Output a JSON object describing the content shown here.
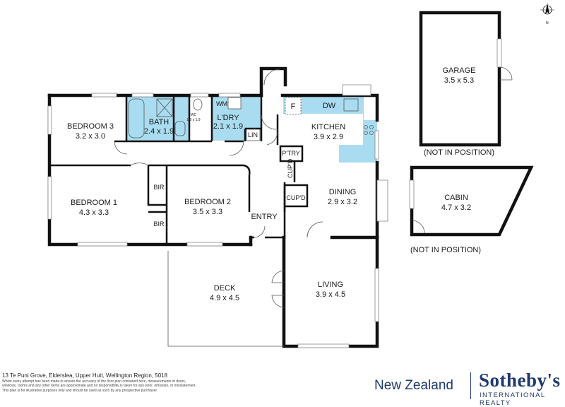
{
  "rooms": {
    "bedroom3": {
      "name": "BEDROOM 3",
      "dim": "3.2 x 3.0"
    },
    "bath": {
      "name": "BATH",
      "dim": "2.4 x 1.9"
    },
    "wc": {
      "name": "WC",
      "dim": "1.0 x 1.9"
    },
    "laundry": {
      "name": "L'DRY",
      "dim": "2.1 x 1.9"
    },
    "kitchen": {
      "name": "KITCHEN",
      "dim": "3.9 x 2.9"
    },
    "bedroom1": {
      "name": "BEDROOM 1",
      "dim": "4.3 x 3.3"
    },
    "bedroom2": {
      "name": "BEDROOM 2",
      "dim": "3.5 x 3.3"
    },
    "dining": {
      "name": "DINING",
      "dim": "2.9 x 3.2"
    },
    "deck": {
      "name": "DECK",
      "dim": "4.9 x 4.5"
    },
    "living": {
      "name": "LIVING",
      "dim": "3.9 x 4.5"
    },
    "garage": {
      "name": "GARAGE",
      "dim": "3.5 x 5.3",
      "note": "(NOT IN POSITION)"
    },
    "cabin": {
      "name": "CABIN",
      "dim": "4.7 x 3.2",
      "note": "(NOT IN POSITION)"
    }
  },
  "labels": {
    "wm": "WM",
    "lin": "LIN",
    "fridge": "F",
    "dw": "DW",
    "pantry": "P'TRY",
    "cupd_vertical": "CUP'D",
    "cupd": "CUP'D",
    "bir1": "BIR",
    "bir2": "BIR",
    "entry": "ENTRY",
    "north": "N"
  },
  "footer": {
    "address": "13 Te Puni Grove, Elderslea, Upper Hutt, Wellington Region, 5018",
    "disclaimer1": "Whilst every attempt has been made to ensure the accuracy of the floor plan contained here, measurements of doors,",
    "disclaimer2": "windows, rooms and any other items are approximate and no responsibility is taken for any error, omission, or misstatement.",
    "disclaimer3": "This plan is for illustrative purposes only and should be used as such by any prospective purchaser."
  },
  "branding": {
    "region": "New Zealand",
    "brand": "Sotheby's",
    "tagline": "INTERNATIONAL REALTY"
  },
  "colors": {
    "wet_area": "#a9dcf0",
    "brand": "#1e3a6e"
  }
}
